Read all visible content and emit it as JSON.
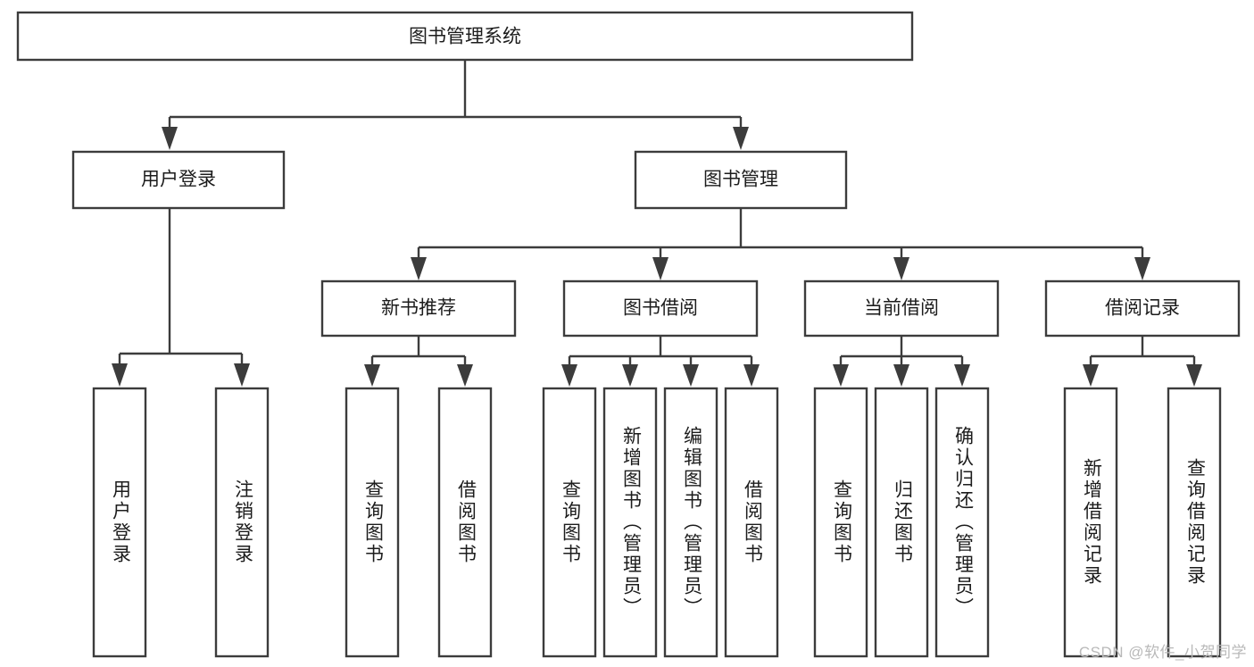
{
  "diagram": {
    "type": "tree-hierarchy-chart",
    "title": "图书管理系统",
    "levels": [
      {
        "level": 1,
        "nodes": [
          {
            "id": "root",
            "label": "图书管理系统",
            "orientation": "horizontal"
          }
        ]
      },
      {
        "level": 2,
        "nodes": [
          {
            "id": "user-login",
            "label": "用户登录",
            "orientation": "horizontal",
            "parent": "root"
          },
          {
            "id": "book-manage",
            "label": "图书管理",
            "orientation": "horizontal",
            "parent": "root"
          }
        ]
      },
      {
        "level": 3,
        "nodes": [
          {
            "id": "new-book-rec",
            "label": "新书推荐",
            "orientation": "horizontal",
            "parent": "book-manage"
          },
          {
            "id": "book-borrow",
            "label": "图书借阅",
            "orientation": "horizontal",
            "parent": "book-manage"
          },
          {
            "id": "current-borrow",
            "label": "当前借阅",
            "orientation": "horizontal",
            "parent": "book-manage"
          },
          {
            "id": "borrow-record",
            "label": "借阅记录",
            "orientation": "horizontal",
            "parent": "book-manage"
          }
        ]
      },
      {
        "level": 4,
        "nodes": [
          {
            "id": "leaf-1",
            "label": "用户登录",
            "orientation": "vertical",
            "parent": "user-login"
          },
          {
            "id": "leaf-2",
            "label": "注销登录",
            "orientation": "vertical",
            "parent": "user-login"
          },
          {
            "id": "leaf-3",
            "label": "查询图书",
            "orientation": "vertical",
            "parent": "new-book-rec"
          },
          {
            "id": "leaf-4",
            "label": "借阅图书",
            "orientation": "vertical",
            "parent": "new-book-rec"
          },
          {
            "id": "leaf-5",
            "label": "查询图书",
            "orientation": "vertical",
            "parent": "book-borrow"
          },
          {
            "id": "leaf-6",
            "label": "新增图书（管理员）",
            "orientation": "vertical",
            "parent": "book-borrow"
          },
          {
            "id": "leaf-7",
            "label": "编辑图书（管理员）",
            "orientation": "vertical",
            "parent": "book-borrow"
          },
          {
            "id": "leaf-8",
            "label": "借阅图书",
            "orientation": "vertical",
            "parent": "book-borrow"
          },
          {
            "id": "leaf-9",
            "label": "查询图书",
            "orientation": "vertical",
            "parent": "current-borrow"
          },
          {
            "id": "leaf-10",
            "label": "归还图书",
            "orientation": "vertical",
            "parent": "current-borrow"
          },
          {
            "id": "leaf-11",
            "label": "确认归还（管理员）",
            "orientation": "vertical",
            "parent": "current-borrow"
          },
          {
            "id": "leaf-12",
            "label": "新增借阅记录",
            "orientation": "vertical",
            "parent": "borrow-record"
          },
          {
            "id": "leaf-13",
            "label": "查询借阅记录",
            "orientation": "vertical",
            "parent": "borrow-record"
          }
        ]
      }
    ],
    "colors": {
      "box_border": "#3c3c3c",
      "box_fill": "#ffffff",
      "connector": "#3c3c3c",
      "text": "#1c1c1c",
      "background": "#ffffff",
      "watermark": "#b9b9b9"
    }
  },
  "watermark": {
    "text": "CSDN @软件_小贺同学"
  }
}
